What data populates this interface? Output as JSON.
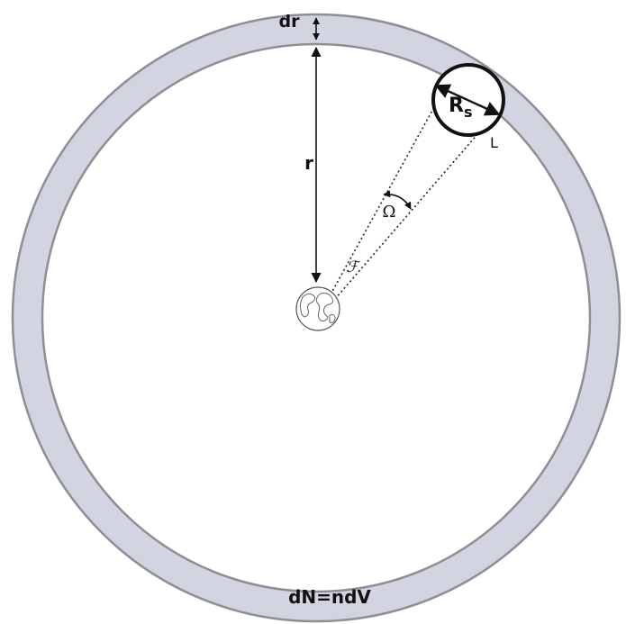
{
  "labels": {
    "dr": "dr",
    "r": "r",
    "rs_main": "R",
    "rs_sub": "s",
    "L": "L",
    "omega": "Ω",
    "flux": "ℱ",
    "dN": "dN=ndV"
  },
  "colors": {
    "shell_fill": "#d9dae6",
    "shell_edge": "#8e8e96",
    "line": "#111111",
    "earth_outline": "#555555"
  },
  "icons": {
    "observer": "earth-globe-icon"
  }
}
